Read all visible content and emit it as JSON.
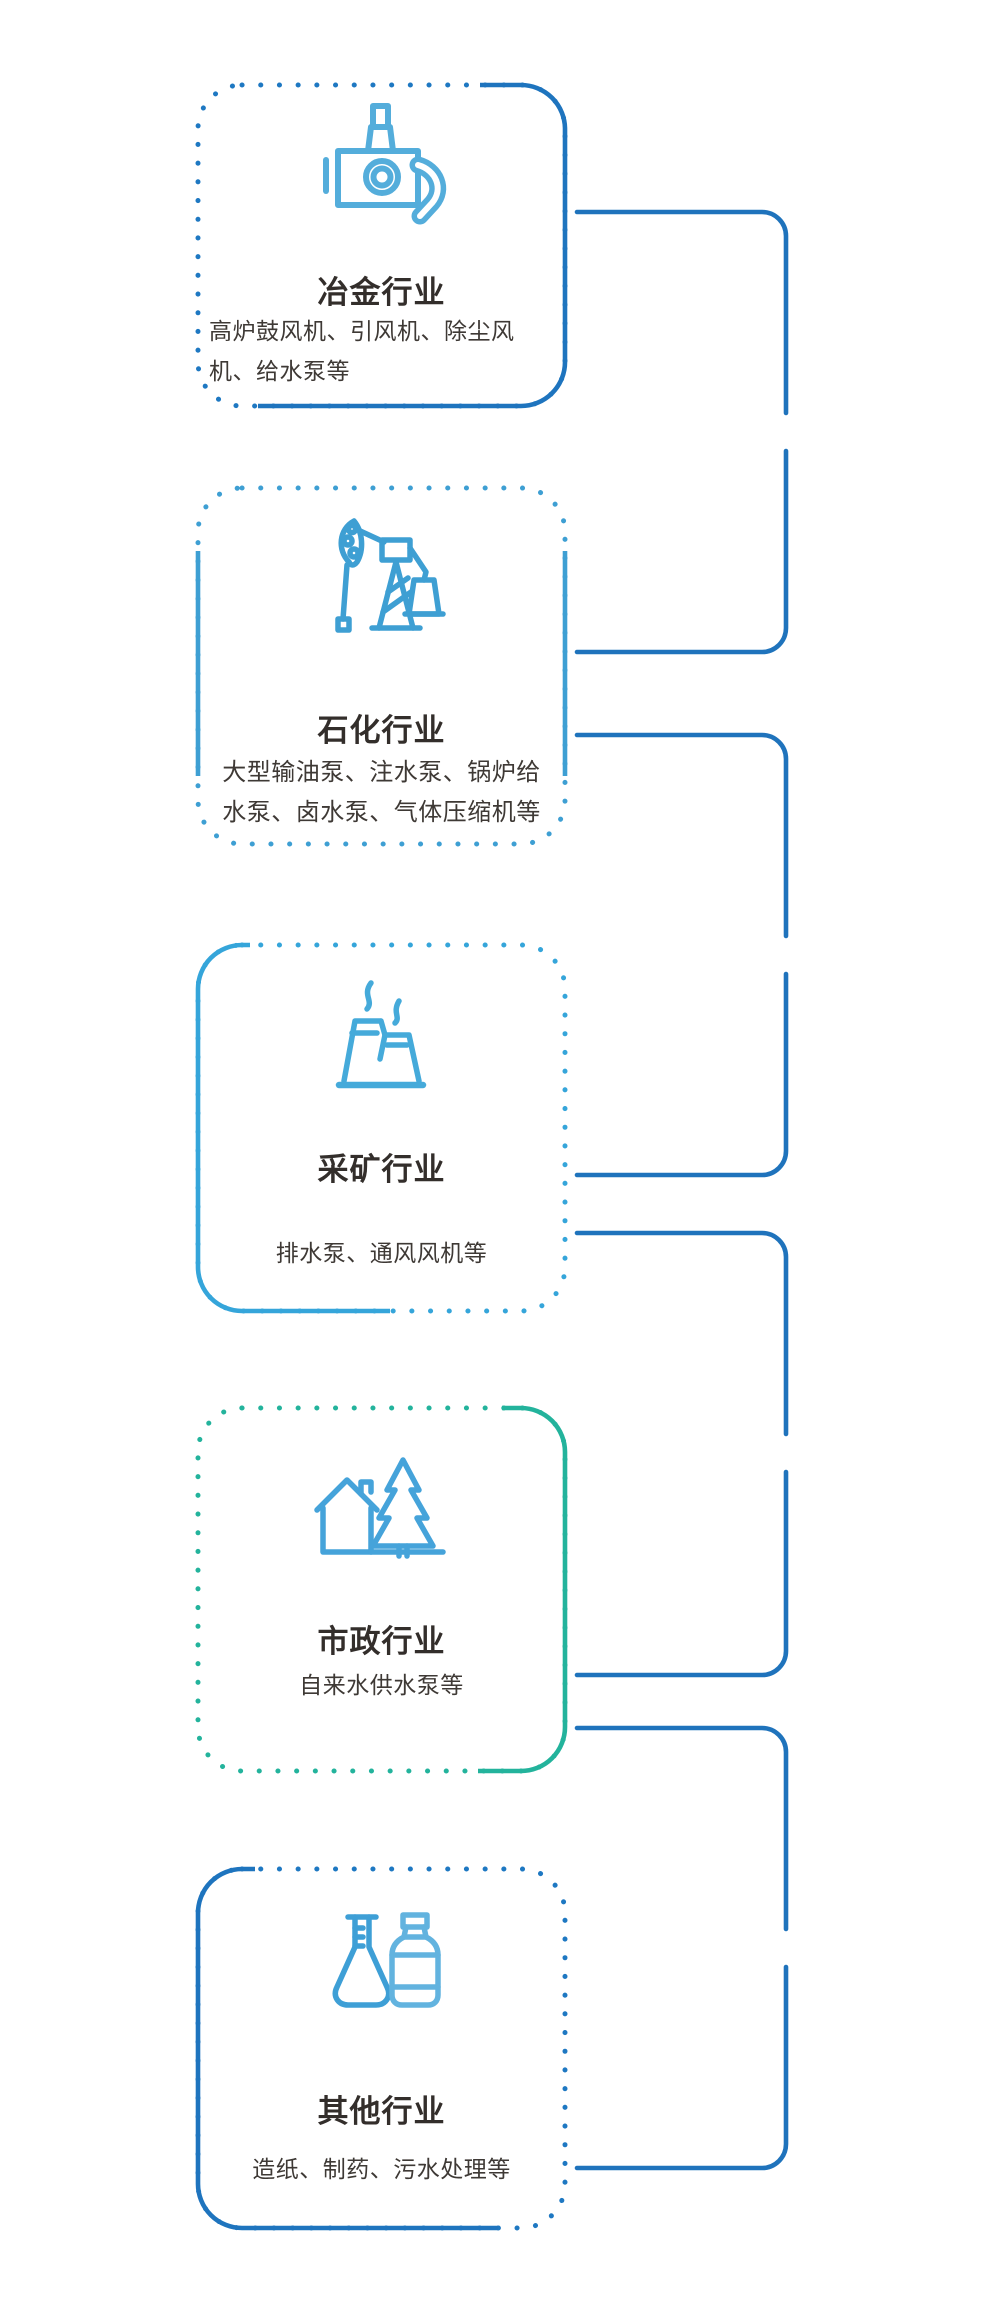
{
  "diagram_title": "",
  "background_color": "#FFFFFF",
  "connector_color": "#1F73BC",
  "text_colors": {
    "title": "#332E2B",
    "description": "#3E3935"
  },
  "cards": [
    {
      "title": "冶金行业",
      "description": "高炉鼓风机、引风机、除尘风机、给水泵等",
      "icon": "blower-pump-icon",
      "accent_color": "#1E74BE",
      "icon_color": "#54ADDB"
    },
    {
      "title": "石化行业",
      "description": "大型输油泵、注水泵、锅炉给水泵、卤水泵、气体压缩机等",
      "icon": "oil-pumpjack-icon",
      "accent_color": "#3E9FD3",
      "icon_color": "#3E9FD3"
    },
    {
      "title": "采矿行业",
      "description": "排水泵、通风风机等",
      "icon": "cooling-towers-icon",
      "accent_color": "#35A5DA",
      "icon_color": "#45AADA"
    },
    {
      "title": "市政行业",
      "description": "自来水供水泵等",
      "icon": "house-tree-icon",
      "accent_color": "#23B39C",
      "icon_color": "#45A3DA"
    },
    {
      "title": "其他行业",
      "description": "造纸、制药、污水处理等",
      "icon": "flask-bottle-icon",
      "accent_color": "#1E74BE",
      "icon_color": "#3E9FD6"
    }
  ]
}
